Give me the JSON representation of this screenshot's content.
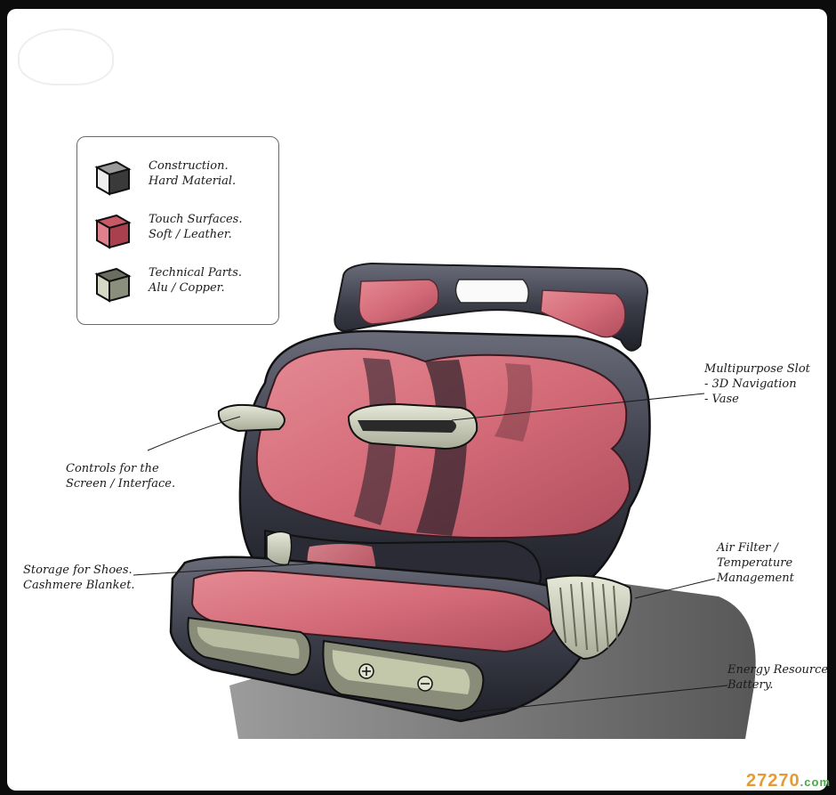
{
  "legend": {
    "items": [
      {
        "line1": "Construction.",
        "line2": "Hard Material.",
        "icon": "grey-cube-icon",
        "color": "#d8d8d8"
      },
      {
        "line1": "Touch Surfaces.",
        "line2": "Soft / Leather.",
        "icon": "red-cube-icon",
        "color": "#d46b78"
      },
      {
        "line1": "Technical Parts.",
        "line2": "Alu / Copper.",
        "icon": "silver-cube-icon",
        "color": "#c8ccb8"
      }
    ]
  },
  "callouts": {
    "multipurpose": {
      "line1": "Multipurpose Slot",
      "line2": "- 3D Navigation",
      "line3": "- Vase"
    },
    "controls": {
      "line1": "Controls for the",
      "line2": "Screen / Interface."
    },
    "storage": {
      "line1": "Storage for Shoes.",
      "line2": "Cashmere Blanket."
    },
    "airfilter": {
      "line1": "Air Filter /",
      "line2": "Temperature",
      "line3": "Management"
    },
    "energy": {
      "line1": "Energy Resource.",
      "line2": "Battery."
    }
  },
  "watermark": {
    "main": "27270",
    "suffix": ".com"
  },
  "colors": {
    "leather": "#d46b78",
    "leather_dark": "#a84656",
    "body_dark": "#3a3c48",
    "metal": "#c8ccb8"
  }
}
